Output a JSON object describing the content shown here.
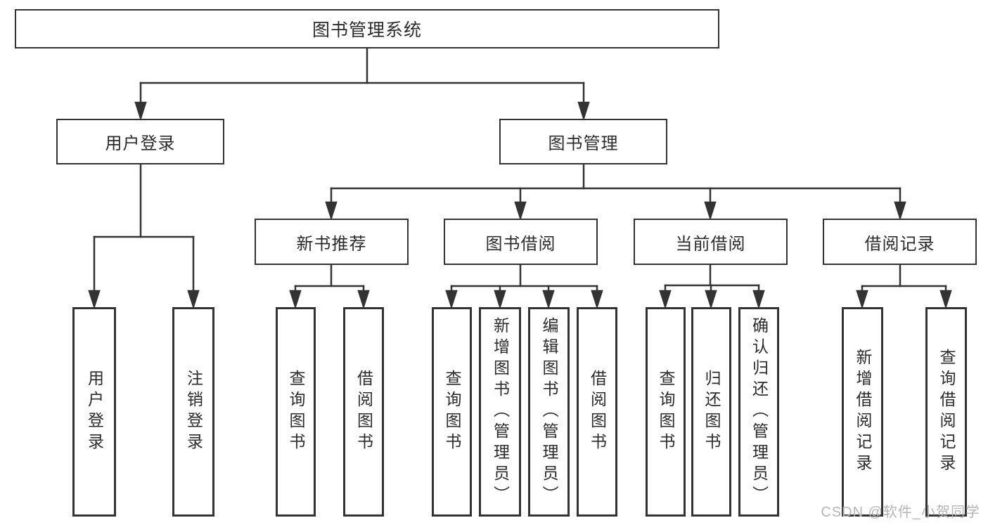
{
  "diagram": {
    "root": "图书管理系统",
    "children": [
      {
        "label": "用户登录",
        "children": [
          {
            "label": "用户登录"
          },
          {
            "label": "注销登录"
          }
        ]
      },
      {
        "label": "图书管理",
        "children": [
          {
            "label": "新书推荐",
            "children": [
              {
                "label": "查询图书"
              },
              {
                "label": "借阅图书"
              }
            ]
          },
          {
            "label": "图书借阅",
            "children": [
              {
                "label": "查询图书"
              },
              {
                "label": "新增图书（管理员）"
              },
              {
                "label": "编辑图书（管理员）"
              },
              {
                "label": "借阅图书"
              }
            ]
          },
          {
            "label": "当前借阅",
            "children": [
              {
                "label": "查询图书"
              },
              {
                "label": "归还图书"
              },
              {
                "label": "确认归还（管理员）"
              }
            ]
          },
          {
            "label": "借阅记录",
            "children": [
              {
                "label": "新增借阅记录"
              },
              {
                "label": "查询借阅记录"
              }
            ]
          }
        ]
      }
    ]
  },
  "watermark": "CSDN @软件_小贺同学",
  "colors": {
    "line": "#333333",
    "text": "#2b2b2b",
    "watermark": "#b5b5b5",
    "background": "#ffffff"
  }
}
